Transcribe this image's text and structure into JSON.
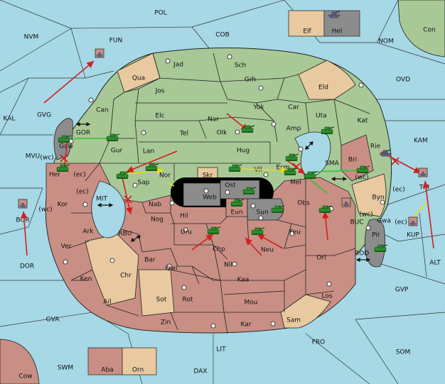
{
  "colors": {
    "sea": "#a6d8e6",
    "green": "#a8c896",
    "red": "#c98f84",
    "tan": "#e8c9a0",
    "gray": "#8c8c8c",
    "black": "#000000",
    "army": "#2e8b2e",
    "fleet": "#606080",
    "red_order": "#d02020",
    "yellow_order": "#e8e000",
    "green_order": "#30c030"
  },
  "sea_labels": {
    "POL": "POL",
    "NVM": "NVM",
    "FUN": "FUN",
    "COB": "COB",
    "NOM": "NOM",
    "Con": "Con",
    "OVD": "OVD",
    "KAL": "KAL",
    "GVG": "GVG",
    "KAM": "KAM",
    "MVU": "MVU",
    "GOR": "GOR",
    "SMA": "SMA",
    "MIT": "MIT",
    "BOR": "BOR",
    "RBU": "RBU",
    "DOR": "DOR",
    "BUC": "BUC",
    "KUP": "KUP",
    "ROD": "ROD",
    "ALT": "ALT",
    "GVP": "GVP",
    "GVA": "GVA",
    "FRO": "FRO",
    "SOM": "SOM",
    "LIT": "LIT",
    "SWM": "SWM",
    "DAX": "DAX",
    "Cow": "Cow",
    "TRI": "TRI"
  },
  "land_labels": {
    "Jad": "Jad",
    "Sch": "Sch",
    "Qua": "Qua",
    "Jos": "Jos",
    "Grh": "Grh",
    "Eld": "Eld",
    "Can": "Can",
    "Yok": "Yok",
    "Car": "Car",
    "Uta": "Uta",
    "Elc": "Elc",
    "Nar": "Nar",
    "Kat": "Kat",
    "Olk": "Olk",
    "Amp": "Amp",
    "Tel": "Tel",
    "Gur": "Gur",
    "Hug": "Hug",
    "Lan": "Lan",
    "Rie": "Rie",
    "Gaw": "Gaw",
    "Bri": "Bri",
    "Esm": "Esm",
    "Vil": "Vil",
    "Her": "Her",
    "Nor": "Nor",
    "Skr": "Skr",
    "Ost": "Ost",
    "Mel": "Mel",
    "Web": "Web",
    "Sap": "Sap",
    "Byn": "Byn",
    "Kor": "Kor",
    "Nab": "Nab",
    "Eun": "Eun",
    "Obs": "Obs",
    "Sun": "Sun",
    "Hil": "Hil",
    "Gwa": "Gwa",
    "Nog": "Nog",
    "Ark": "Ark",
    "Uru": "Uru",
    "Feu": "Feu",
    "Pir": "Pir",
    "Chp": "Chp",
    "Neu": "Neu",
    "Orl": "Orl",
    "Ver": "Ver",
    "Bar": "Bar",
    "Qwi": "Qwi",
    "Nil": "Nil",
    "Chr": "Chr",
    "Ken": "Ken",
    "Kaa": "Kaa",
    "Sot": "Sot",
    "Rot": "Rot",
    "Mou": "Mou",
    "Los": "Los",
    "Ail": "Ail",
    "Sam": "Sam",
    "Zin": "Zin",
    "Kar": "Kar",
    "Elf": "Elf",
    "Hel": "Hel",
    "Aba": "Aba",
    "Orn": "Orn"
  },
  "coast_labels": {
    "wc_her": "(wc)",
    "ec_her": "(ec)",
    "ec_kor": "(ec)",
    "wc_kor": "(wc)",
    "wc_byn": "(wc)",
    "ec_byn": "(ec)",
    "wc_gwa": "(wc)",
    "ec_gwa": "(ec)"
  }
}
